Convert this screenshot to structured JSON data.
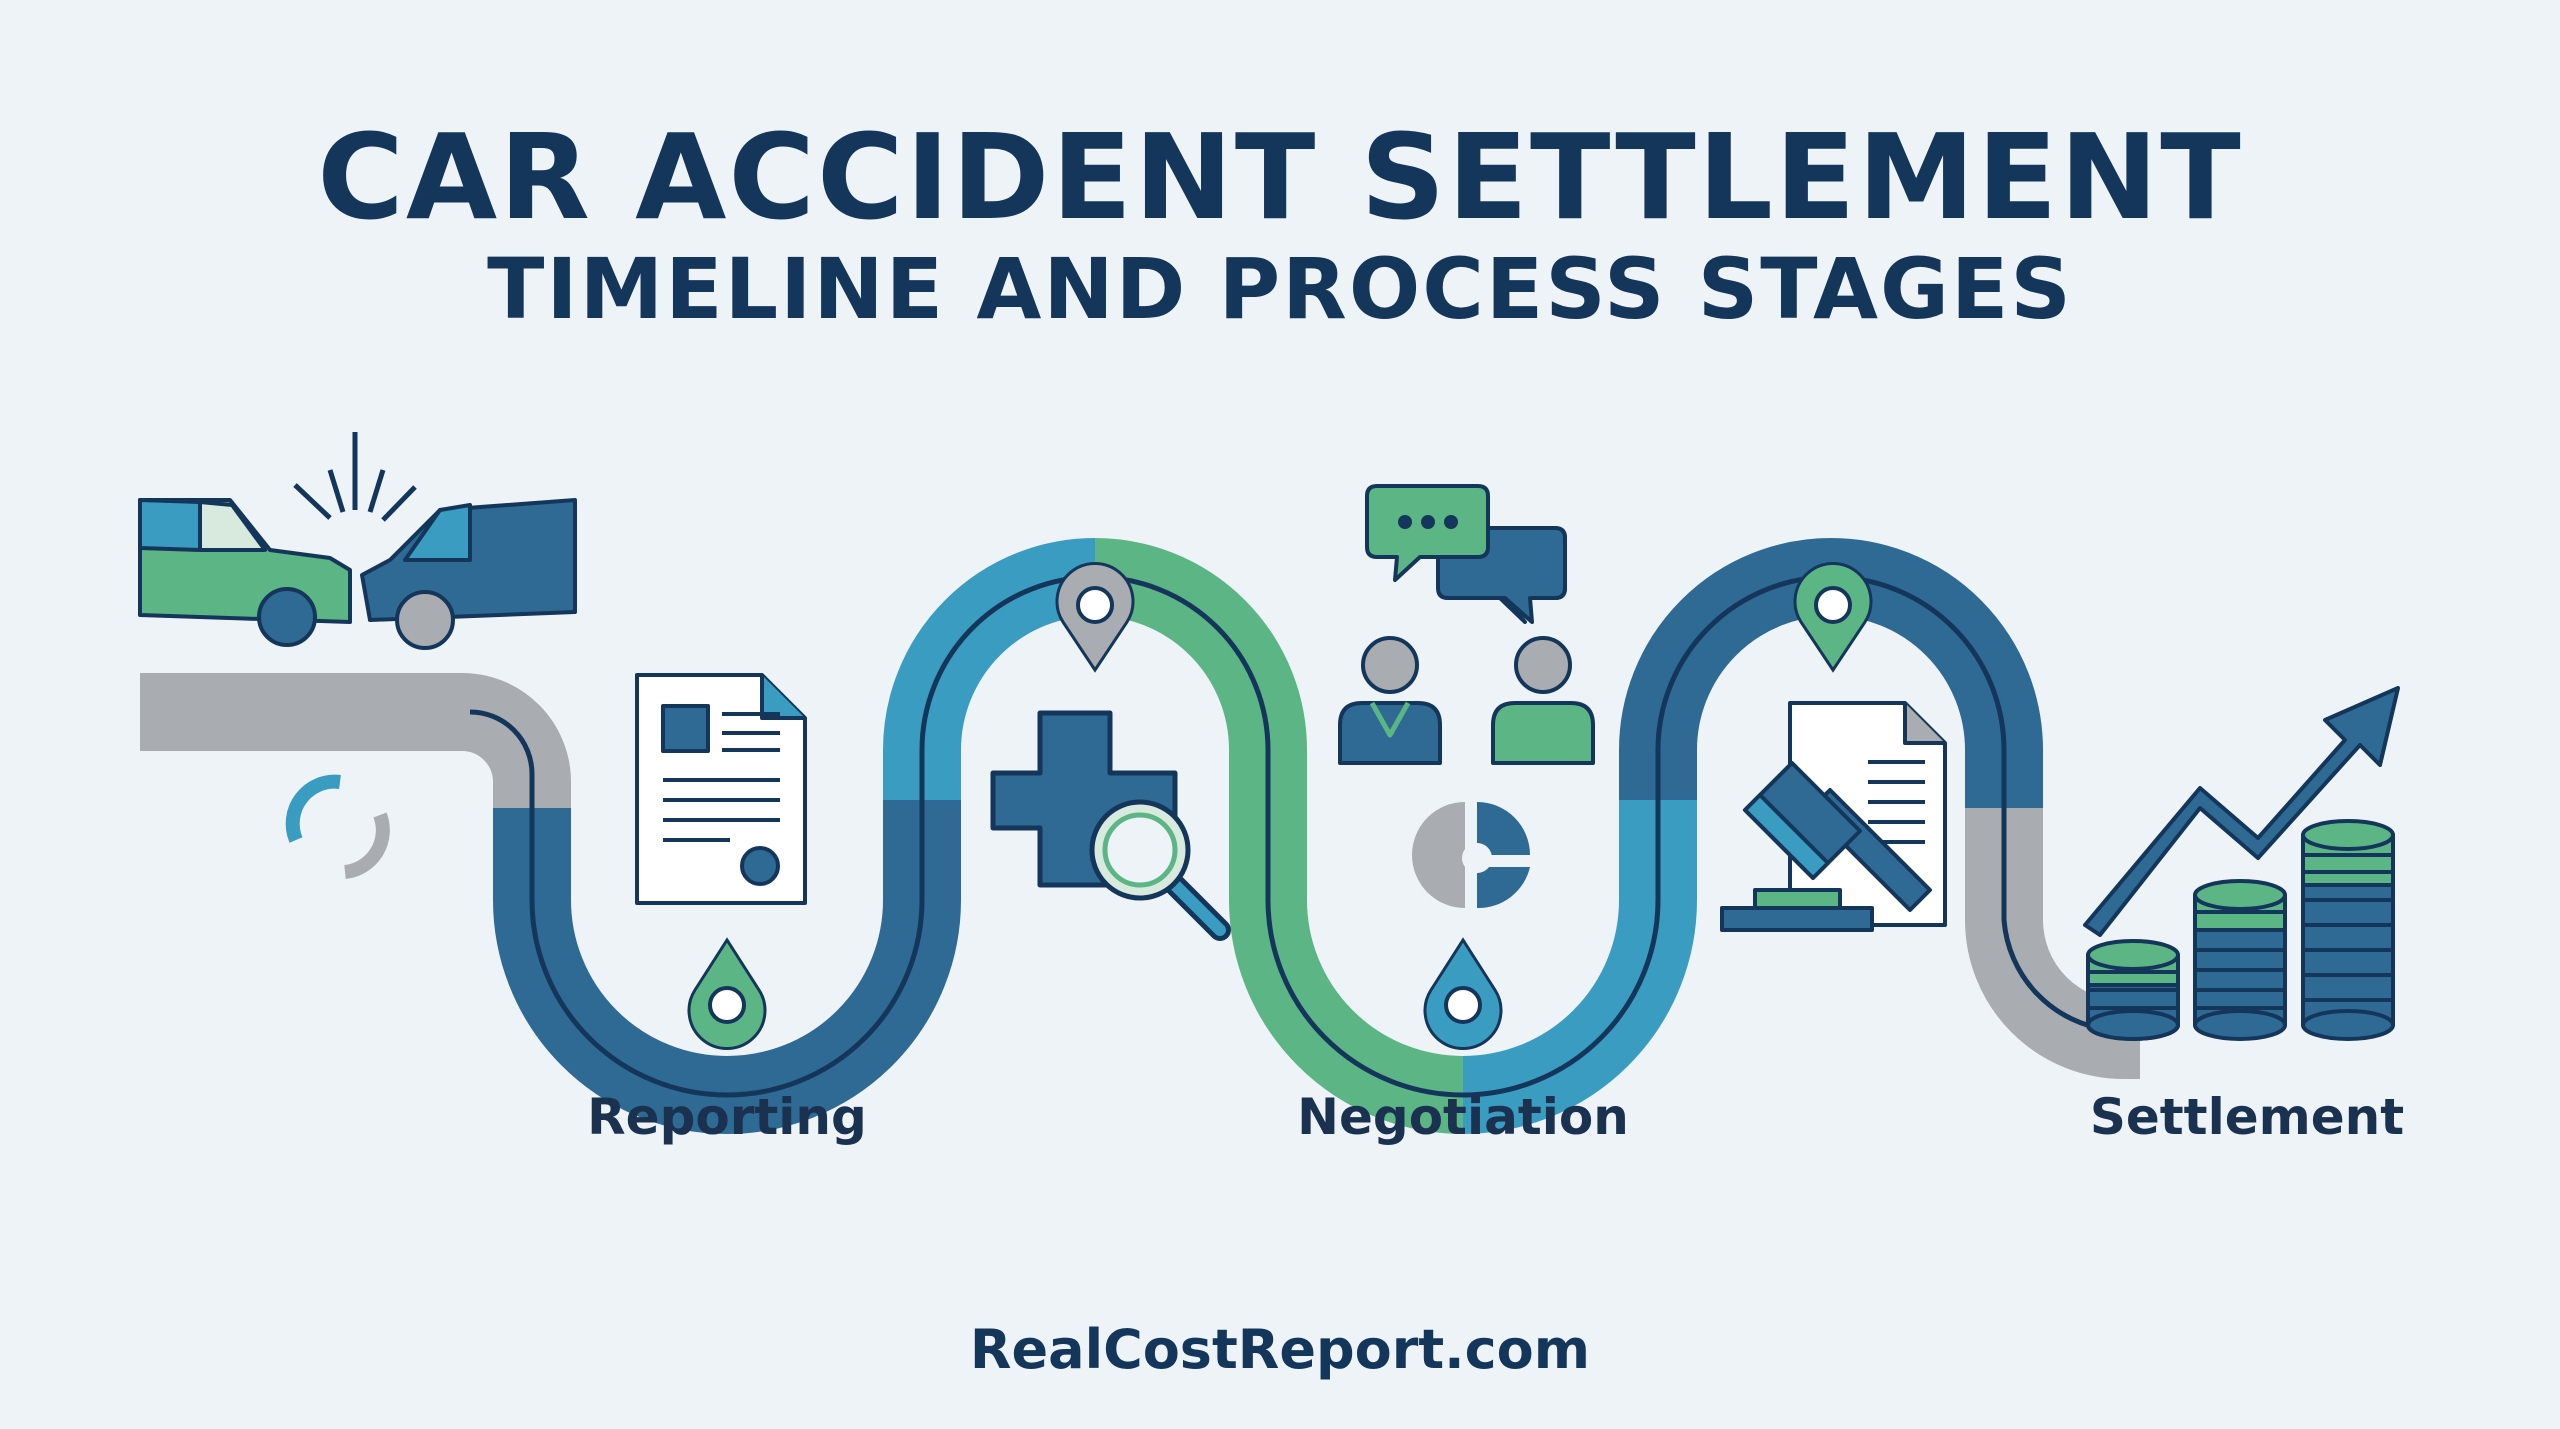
{
  "title": "CAR ACCIDENT SETTLEMENT",
  "subtitle": "TIMELINE AND PROCESS STAGES",
  "stages": [
    {
      "label": "Reporting"
    },
    {
      "label": "Negotiation"
    },
    {
      "label": "Settlement"
    }
  ],
  "footer": "RealCostReport.com",
  "colors": {
    "navy": "#14365a",
    "blue": "#2e6a94",
    "teal": "#3a9cc0",
    "green": "#5cb584",
    "gray": "#a9acb0",
    "background": "#eef3f8"
  },
  "icons": [
    "car-crash-icon",
    "document-icon",
    "medical-search-icon",
    "chat-bubbles-icon",
    "people-icon",
    "pie-chart-icon",
    "gavel-document-icon",
    "coins-growth-icon",
    "loading-spinner-icon",
    "map-pin-icon"
  ]
}
